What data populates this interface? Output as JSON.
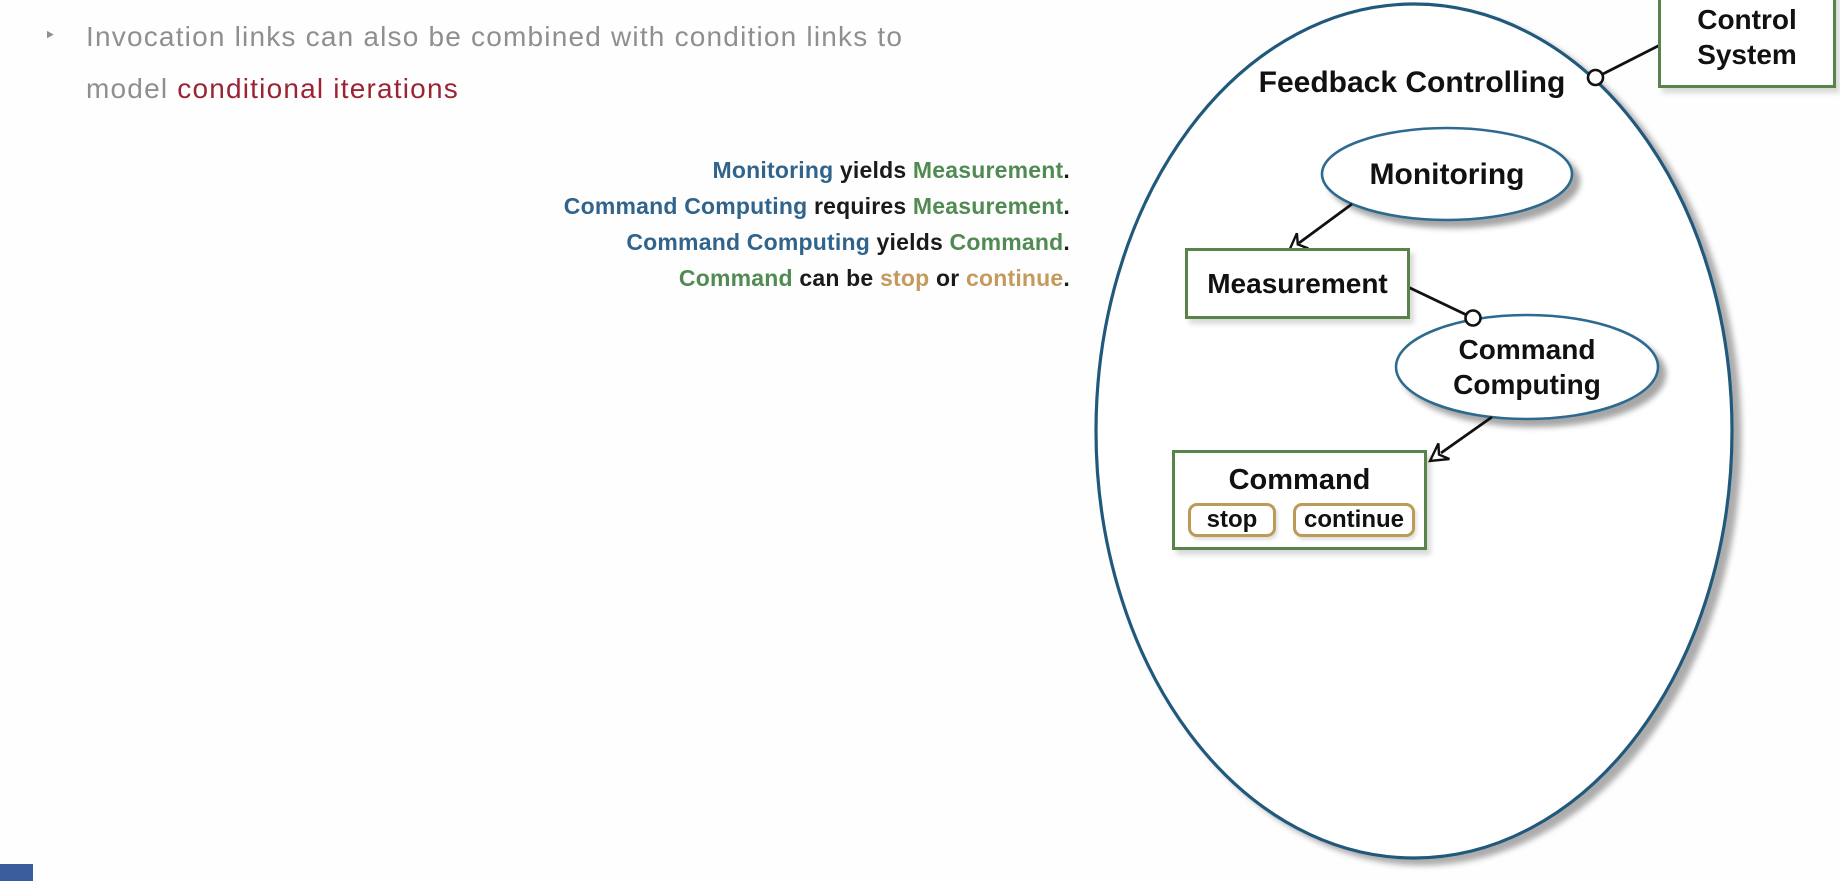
{
  "bullet": {
    "marker": "‣",
    "line1": "Invocation links can also be combined with condition links to",
    "line2_prefix": "model ",
    "line2_highlight": "conditional iterations"
  },
  "statements": [
    {
      "parts": [
        {
          "text": "Monitoring"
        },
        {
          "text": " yields "
        },
        {
          "text": "Measurement"
        },
        {
          "text": "."
        }
      ]
    },
    {
      "parts": [
        {
          "text": "Command Computing"
        },
        {
          "text": " requires "
        },
        {
          "text": "Measurement"
        },
        {
          "text": "."
        }
      ]
    },
    {
      "parts": [
        {
          "text": "Command Computing"
        },
        {
          "text": " yields "
        },
        {
          "text": "Command"
        },
        {
          "text": "."
        }
      ]
    },
    {
      "parts": [
        {
          "text": "Command"
        },
        {
          "text": " can be "
        },
        {
          "text": "stop"
        },
        {
          "text": " or "
        },
        {
          "text": "continue"
        },
        {
          "text": "."
        }
      ]
    }
  ],
  "diagram": {
    "outer_label": "Feedback Controlling",
    "control_system_line1": "Control",
    "control_system_line2": "System",
    "monitoring_label": "Monitoring",
    "measurement_label": "Measurement",
    "command_computing_line1": "Command",
    "command_computing_line2": "Computing",
    "command_label": "Command",
    "stop_label": "stop",
    "continue_label": "continue"
  },
  "colors": {
    "text_gray": "#8f8f8f",
    "highlight_red": "#9b2333",
    "entity_blue": "#30648c",
    "entity_green": "#518a52",
    "entity_tan": "#c49a5d",
    "outer_ellipse_stroke": "#20597c",
    "inner_ellipse_stroke": "#2d6a8f",
    "box_border_green": "#588449",
    "chip_border_tan": "#bd9a58"
  }
}
